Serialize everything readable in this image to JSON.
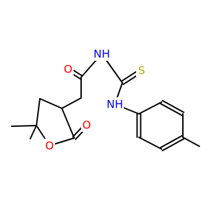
{
  "molecule": {
    "atoms": {
      "o_carbonyl_top": {
        "symbol": "O",
        "color": "#ff0000"
      },
      "n_amide": {
        "symbol": "NH",
        "color": "#0000ff"
      },
      "s_thio": {
        "symbol": "S",
        "color": "#b2b200"
      },
      "n_aniline": {
        "symbol": "NH",
        "color": "#0000ff"
      },
      "o_ring": {
        "symbol": "O",
        "color": "#ff0000"
      },
      "o_lactone": {
        "symbol": "O",
        "color": "#ff0000"
      }
    }
  }
}
